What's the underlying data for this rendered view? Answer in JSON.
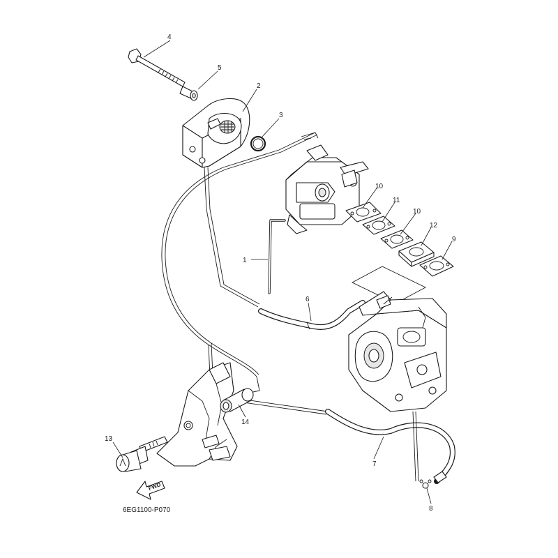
{
  "diagram": {
    "drawing_code": "6EG1100-P070",
    "direction_label": "FWD",
    "callouts": [
      {
        "id": "c1",
        "label": "1"
      },
      {
        "id": "c2",
        "label": "2"
      },
      {
        "id": "c3",
        "label": "3"
      },
      {
        "id": "c4",
        "label": "4"
      },
      {
        "id": "c5",
        "label": "5"
      },
      {
        "id": "c6",
        "label": "6"
      },
      {
        "id": "c7",
        "label": "7"
      },
      {
        "id": "c8",
        "label": "8"
      },
      {
        "id": "c9",
        "label": "9"
      },
      {
        "id": "c10a",
        "label": "10"
      },
      {
        "id": "c10b",
        "label": "10"
      },
      {
        "id": "c11",
        "label": "11"
      },
      {
        "id": "c12",
        "label": "12"
      },
      {
        "id": "c13",
        "label": "13"
      },
      {
        "id": "c14",
        "label": "14"
      }
    ]
  }
}
